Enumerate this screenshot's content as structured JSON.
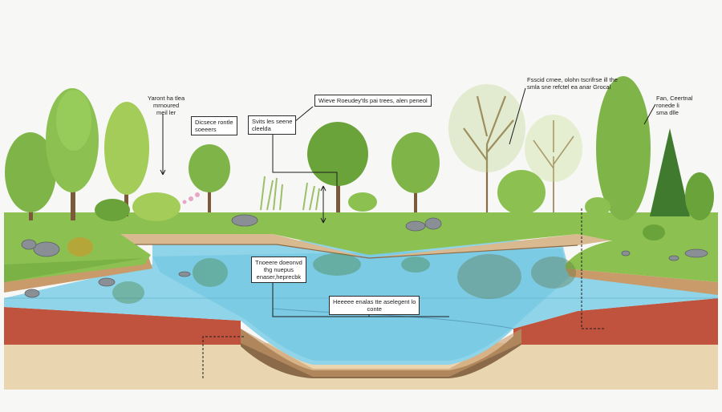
{
  "diagram": {
    "labels": [
      {
        "id": "l1",
        "text": "Yaront ha tlea\nmrnoured\nmeil ler"
      },
      {
        "id": "l2",
        "text": "Dicsece rontle\nsoeeers"
      },
      {
        "id": "l3",
        "text": "Svits les seene\ncleelda"
      },
      {
        "id": "l4",
        "text": "Wieve Roeudey'tls pai trees, alen peneol"
      },
      {
        "id": "l5",
        "text": "Fsscid crnee, olohn tscrifrse ill the\nsmla sne refctel ea anar Grocal"
      },
      {
        "id": "l6",
        "text": "Fan, Ceertnal\nronede li\nsma dlle"
      },
      {
        "id": "l7",
        "text": "Tnoeere doeonvd\nthg nuepus\nenaser,heprecbk"
      },
      {
        "id": "l8",
        "text": "Heeeee enalas tte aselegent lo\nconte"
      }
    ],
    "colors": {
      "water": "#8fd4e8",
      "water_deep": "#5fb8d9",
      "grass": "#8cc152",
      "grass_dark": "#6aa33a",
      "clay": "#c0533e",
      "sand": "#e9d6b0",
      "bank": "#b08a62",
      "sky": "#f7f7f5"
    }
  }
}
